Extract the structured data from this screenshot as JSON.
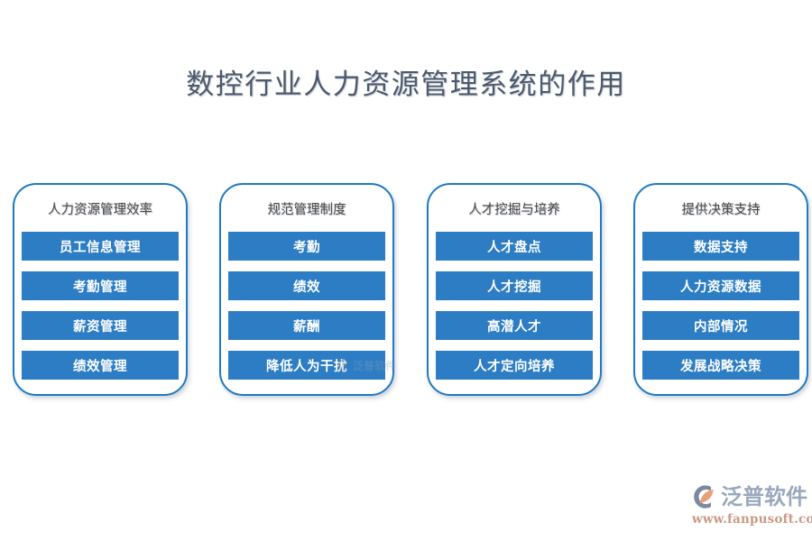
{
  "page": {
    "title": "数控行业人力资源管理系统的作用",
    "background_color": "#ffffff",
    "title_color": "#4d5a6b"
  },
  "theme": {
    "accent_blue": "#2d7dc4",
    "card_border": "#1f7ac4",
    "bar_text": "#ffffff",
    "card_title_color": "#4a4a4a",
    "brand_gray": "#9aa8bd",
    "brand_orange": "#e8a07a",
    "brand_url_color": "#c99a86"
  },
  "cards": [
    {
      "title": "人力资源管理效率",
      "items": [
        "员工信息管理",
        "考勤管理",
        "薪资管理",
        "绩效管理"
      ]
    },
    {
      "title": "规范管理制度",
      "items": [
        "考勤",
        "绩效",
        "薪酬",
        "降低人为干扰"
      ]
    },
    {
      "title": "人才挖掘与培养",
      "items": [
        "人才盘点",
        "人才挖掘",
        "高潜人才",
        "人才定向培养"
      ]
    },
    {
      "title": "提供决策支持",
      "items": [
        "数据支持",
        "人力资源数据",
        "内部情况",
        "发展战略决策"
      ]
    }
  ],
  "watermark": {
    "text": "泛普软件"
  },
  "brand": {
    "name": "泛普软件",
    "url": "www.fanpusoft.com",
    "mark_icon": "fanpu-logo-icon"
  }
}
